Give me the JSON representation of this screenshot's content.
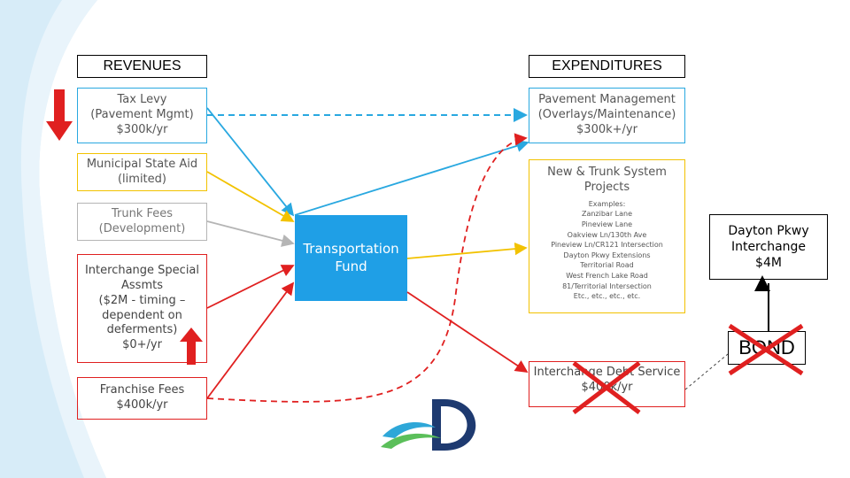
{
  "headers": {
    "revenues": "REVENUES",
    "expenditures": "EXPENDITURES"
  },
  "revenues": [
    {
      "id": "tax-levy",
      "text": "Tax Levy\n(Pavement Mgmt)\n$300k/yr",
      "color": "#29a8e0"
    },
    {
      "id": "msa",
      "text": "Municipal State Aid\n(limited)",
      "color": "#f2c200"
    },
    {
      "id": "trunk-fees",
      "text": "Trunk Fees\n(Development)",
      "color": "#b5b5b5"
    },
    {
      "id": "interchange-assmts",
      "text": "Interchange Special\nAssmts\n($2M - timing –\ndependent on\ndeferments)\n$0+/yr",
      "color": "#e02020"
    },
    {
      "id": "franchise-fees",
      "text": "Franchise Fees\n$400k/yr",
      "color": "#e02020"
    }
  ],
  "fund": {
    "text": "Transportation\nFund",
    "color": "#1f9fe6"
  },
  "expenditures": [
    {
      "id": "pavement-mgmt",
      "text": "Pavement Management\n(Overlays/Maintenance)\n$300k+/yr",
      "color": "#29a8e0"
    },
    {
      "id": "trunk-projects",
      "text": "New & Trunk System\nProjects",
      "color": "#f2c200"
    },
    {
      "id": "debt-service",
      "text": "Interchange Debt Service\n$400k/yr",
      "color": "#e02020"
    }
  ],
  "examples": {
    "title": "Examples:",
    "items": [
      "Zanzibar Lane",
      "Pineview Lane",
      "Oakview Ln/130th Ave",
      "Pineview Ln/CR121 Intersection",
      "Dayton Pkwy Extensions",
      "Territorial Road",
      "West French Lake Road",
      "81/Territorial Intersection",
      "Etc., etc., etc., etc."
    ]
  },
  "dayton": {
    "text": "Dayton Pkwy\nInterchange\n$4M"
  },
  "bond": {
    "text": "BOND"
  },
  "colors": {
    "blue": "#29a8e0",
    "yellow": "#f2c200",
    "gray": "#b5b5b5",
    "red": "#e02020",
    "fund": "#1f9fe6",
    "cross": "#e02020"
  },
  "icons": [
    "down-arrow-icon",
    "up-arrow-icon",
    "cross-icon",
    "d-logo-icon"
  ]
}
